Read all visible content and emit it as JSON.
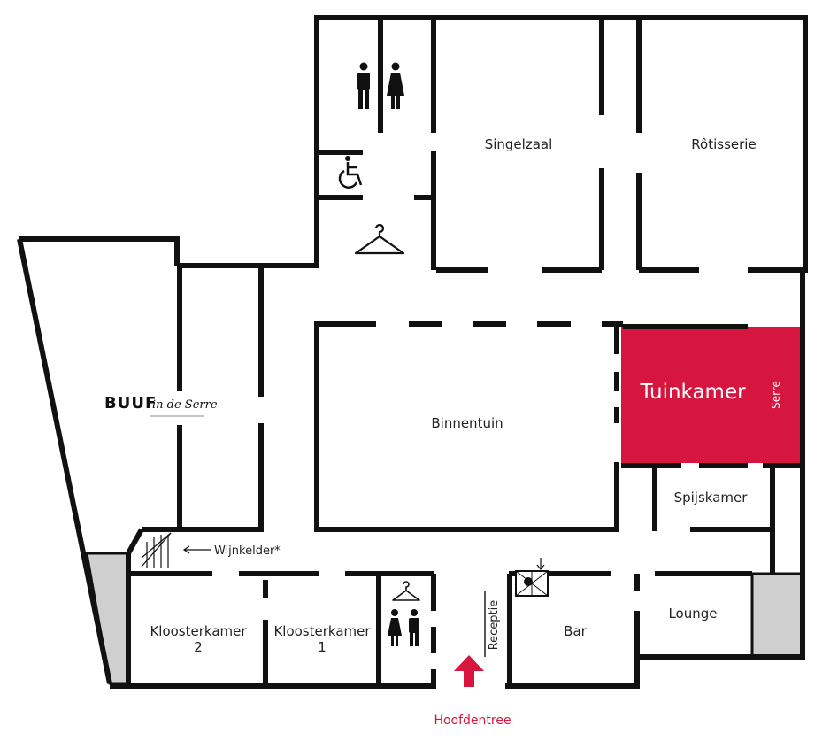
{
  "colors": {
    "wall": "#111111",
    "accent": "#d6163f",
    "pillar": "#cfcfcf",
    "background": "#ffffff"
  },
  "rooms": {
    "singelzaal": "Singelzaal",
    "rotisserie": "Rôtisserie",
    "binnentuin": "Binnentuin",
    "tuinkamer": "Tuinkamer",
    "serre": "Serre",
    "spijskamer": "Spijskamer",
    "lounge": "Lounge",
    "bar": "Bar",
    "receptie": "Receptie",
    "kloosterkamer_2_line1": "Kloosterkamer",
    "kloosterkamer_2_line2": "2",
    "kloosterkamer_1_line1": "Kloosterkamer",
    "kloosterkamer_1_line2": "1",
    "wijnkelder": "Wijnkelder*"
  },
  "logo": {
    "main": "BUUF",
    "script": "in de Serre"
  },
  "entrance": {
    "label": "Hoofdentree"
  },
  "icons": [
    "toilet-men-icon",
    "toilet-women-icon",
    "wheelchair-icon",
    "coat-hanger-icon",
    "elevator-icon",
    "entrance-arrow-icon"
  ]
}
